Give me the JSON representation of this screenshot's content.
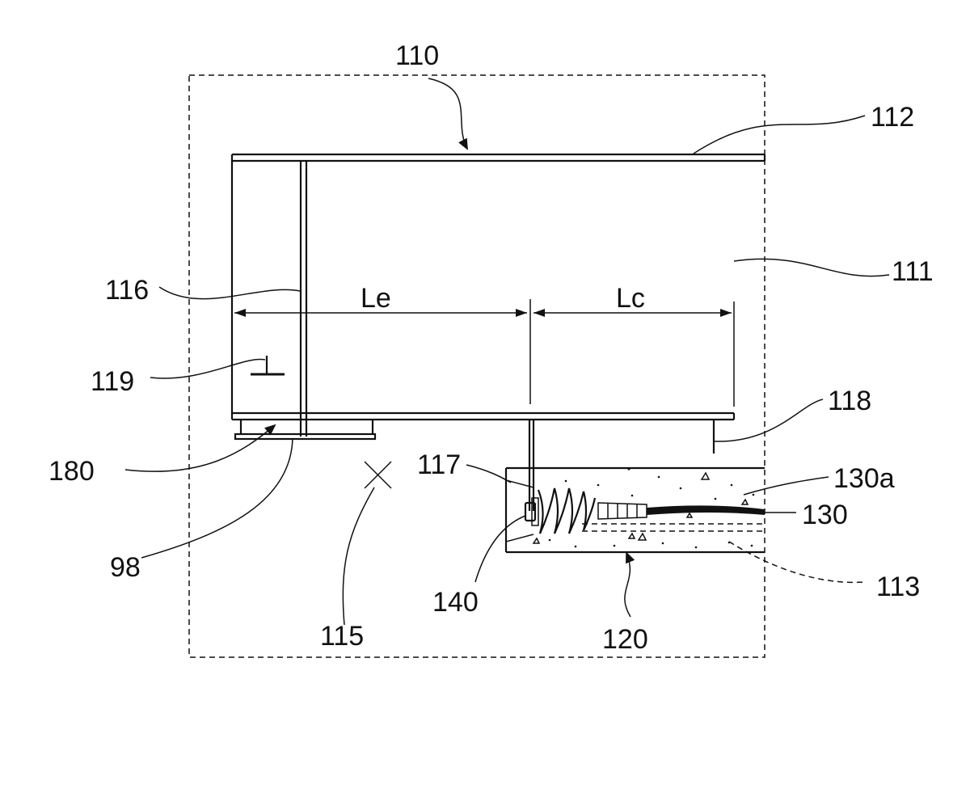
{
  "figure": {
    "labels": {
      "ref_110": "110",
      "ref_112": "112",
      "ref_111": "111",
      "ref_116": "116",
      "ref_119": "119",
      "ref_118": "118",
      "ref_180": "180",
      "ref_117": "117",
      "ref_130a": "130a",
      "ref_130": "130",
      "ref_98": "98",
      "ref_113": "113",
      "ref_140": "140",
      "ref_115": "115",
      "ref_120": "120"
    },
    "dimensions": {
      "le": "Le",
      "lc": "Lc"
    }
  }
}
